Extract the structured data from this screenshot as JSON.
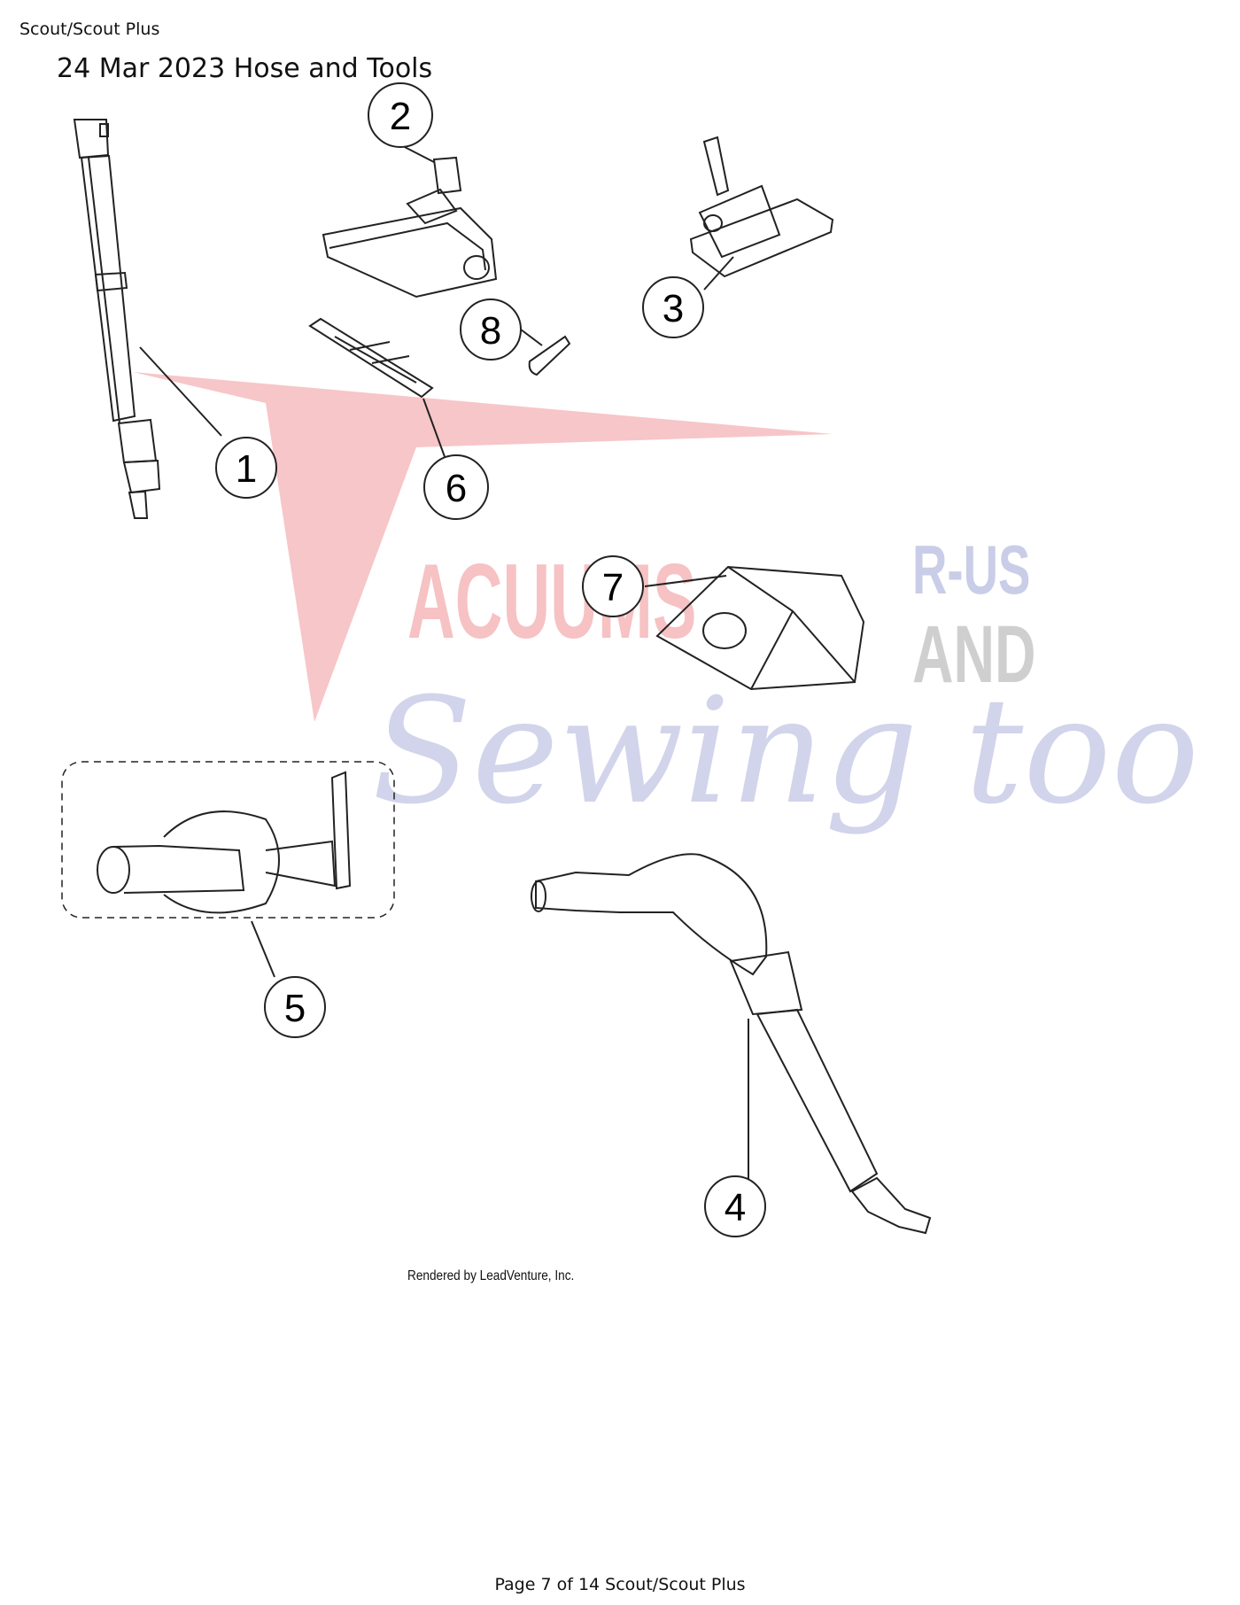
{
  "header": {
    "doc_name": "Scout/Scout Plus"
  },
  "title": "24 Mar 2023 Hose and Tools",
  "watermark": {
    "line1": "ACUUMS",
    "rus": "R-US",
    "and": "AND",
    "line2": "Sewing too",
    "colors": {
      "red": "#f4b3b6",
      "blue": "#c9cde7",
      "gray": "#cfcfcf"
    }
  },
  "callouts": [
    {
      "id": "1",
      "label": "1",
      "part": "wand"
    },
    {
      "id": "2",
      "label": "2",
      "part": "power-nozzle"
    },
    {
      "id": "3",
      "label": "3",
      "part": "floor-tool"
    },
    {
      "id": "4",
      "label": "4",
      "part": "hose"
    },
    {
      "id": "5",
      "label": "5",
      "part": "upholstery-tool"
    },
    {
      "id": "6",
      "label": "6",
      "part": "brush-roll"
    },
    {
      "id": "7",
      "label": "7",
      "part": "dust-bag"
    },
    {
      "id": "8",
      "label": "8",
      "part": "drive-belt"
    }
  ],
  "credit": "Rendered by LeadVenture, Inc.",
  "footer": "Page 7 of 14 Scout/Scout Plus"
}
